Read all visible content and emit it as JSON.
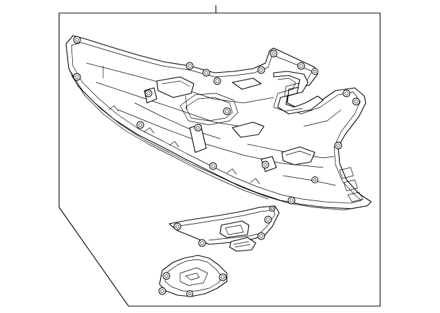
{
  "diagram": {
    "background_color": "#ffffff",
    "line_color": "#000000",
    "parts": [
      {
        "name": "engine-splash-shield",
        "icon": "under-cover-shield-icon"
      },
      {
        "name": "side-bracket",
        "icon": "bracket-icon"
      },
      {
        "name": "small-cover-plate",
        "icon": "cover-plate-icon"
      }
    ]
  }
}
